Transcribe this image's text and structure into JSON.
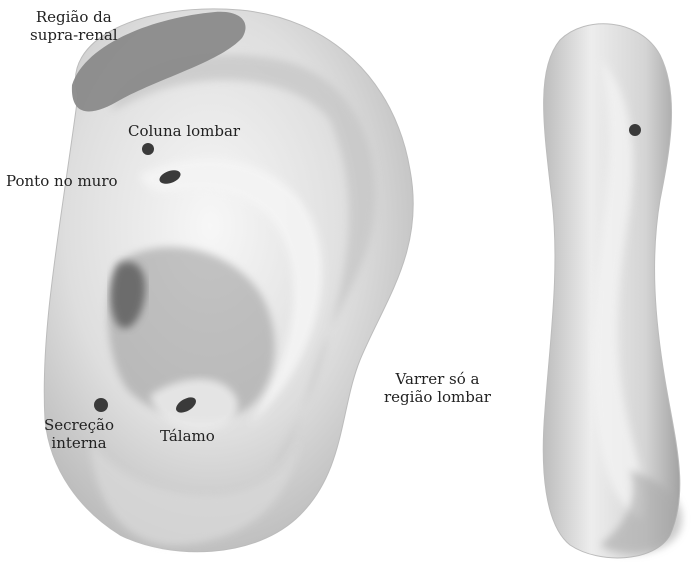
{
  "labels": {
    "suprarenal": [
      "Região da",
      "supra-renal"
    ],
    "lumbar_spine": "Coluna lombar",
    "wall_point": "Ponto no muro",
    "internal_secretion": [
      "Secreção",
      "interna"
    ],
    "thalamus": "Tálamo",
    "sweep_lumbar": [
      "Varrer só a",
      "região lombar"
    ]
  },
  "colors": {
    "skin_light": "#f2f2f2",
    "skin_mid": "#cfcfcf",
    "skin_shadow": "#8f8f8f",
    "region_shade": "#8a8a8a",
    "point": "#3a3a3a",
    "text": "#222222"
  }
}
